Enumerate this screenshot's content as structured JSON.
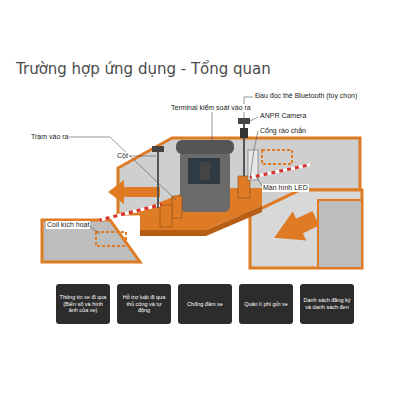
{
  "diagram": {
    "title": "Trường hợp ứng dụng - Tổng quan",
    "nodes": [
      {
        "text": [
          "Thông tin xe đi qua (Biển số và hình ảnh của xe)"
        ]
      },
      {
        "text": [
          "Hỗ trợ luật đi qua thủ công và tự động"
        ]
      },
      {
        "text": [
          "Chống đâm xe"
        ]
      },
      {
        "text": [
          "Quản lí phí gửi xe"
        ]
      },
      {
        "text": [
          "Danh sách đăng ký và danh sách đen"
        ]
      }
    ],
    "labels": [
      "Đầu đọc thẻ Bluetooth (tùy chọn)",
      "Terminal kiểm soát vào ra",
      "ANPR Camera",
      "Cổng rào chắn",
      "Trạm vào ra",
      "Cột",
      "Màn hình LED",
      "Coil kích hoạt"
    ]
  }
}
